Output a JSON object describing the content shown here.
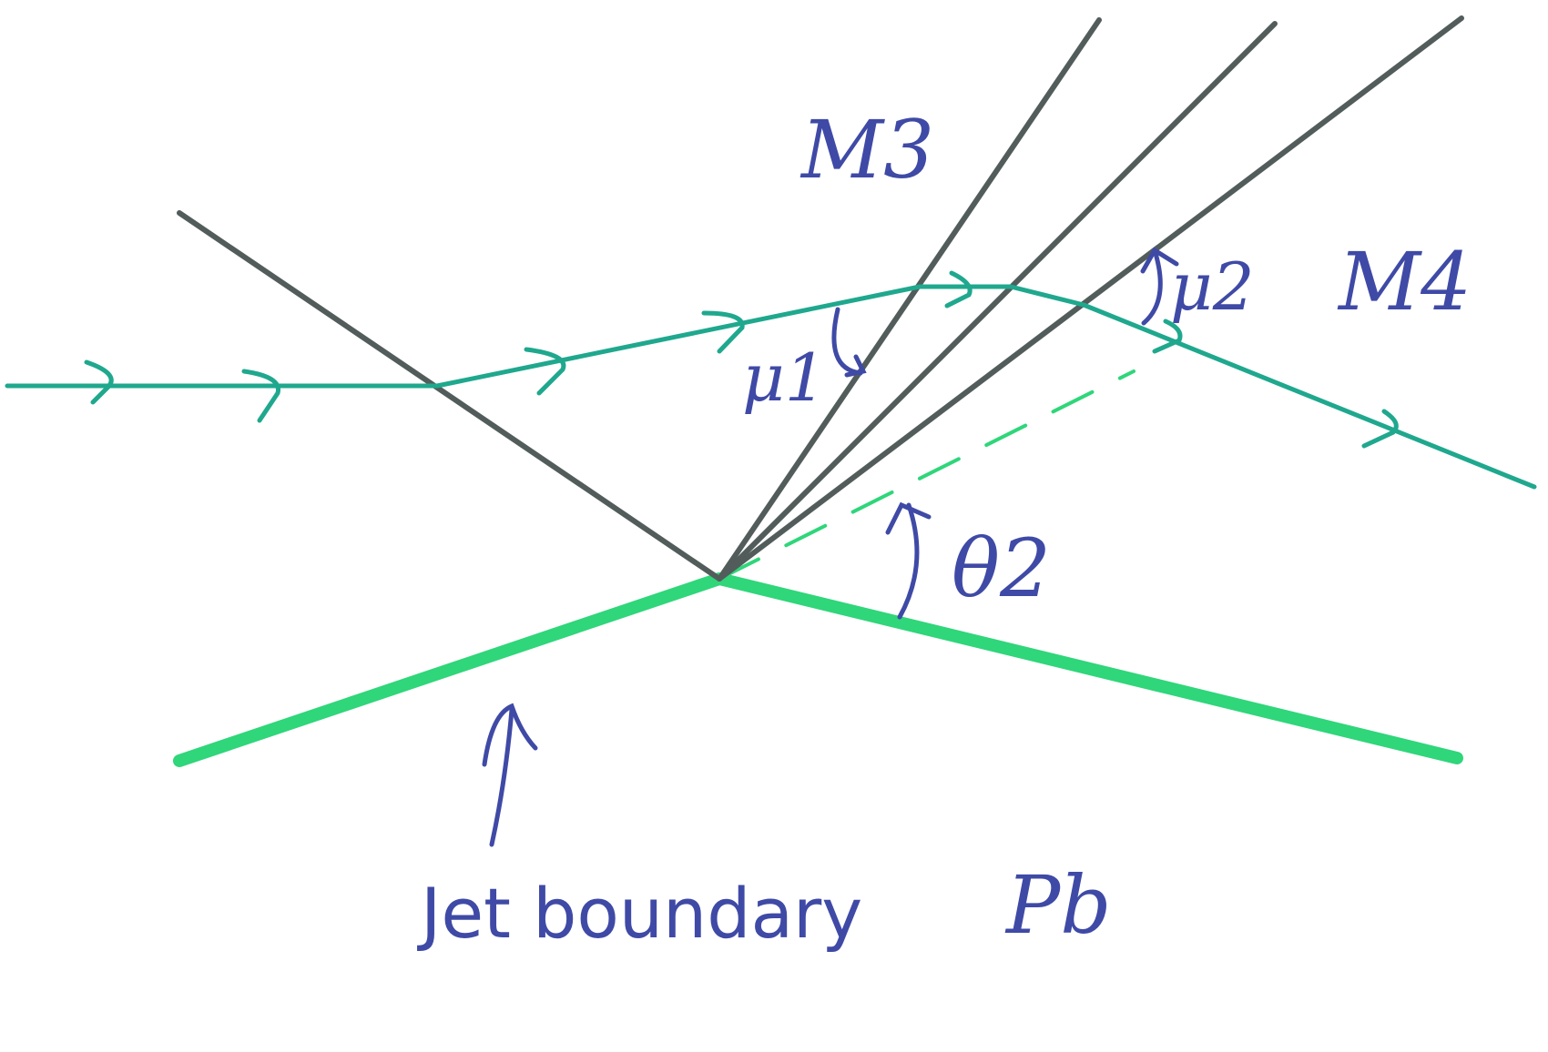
{
  "colors": {
    "wave": "#525d5b",
    "streamline": "#1fa88e",
    "jet_boundary": "#2fd67a",
    "annotation": "#3f4aa6",
    "background": "#ffffff"
  },
  "labels": {
    "mach_3": "M3",
    "mach_4": "M4",
    "mu_1": "μ1",
    "mu_2": "μ2",
    "theta_2": "θ2",
    "jet_boundary": "Jet boundary",
    "pressure_b": "Pb"
  }
}
